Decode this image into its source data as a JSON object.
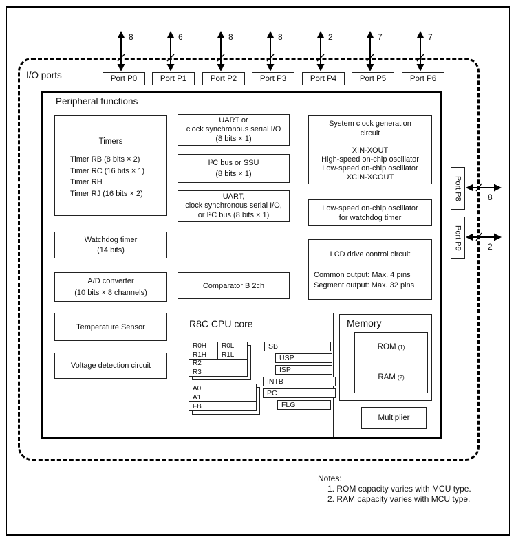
{
  "diagram": {
    "background": "#ffffff",
    "line_color": "#000000"
  },
  "io_ports": {
    "label": "I/O ports",
    "top_ports": [
      {
        "label": "Port P0",
        "bus_width": "8"
      },
      {
        "label": "Port P1",
        "bus_width": "6"
      },
      {
        "label": "Port P2",
        "bus_width": "8"
      },
      {
        "label": "Port P3",
        "bus_width": "8"
      },
      {
        "label": "Port P4",
        "bus_width": "2"
      },
      {
        "label": "Port P5",
        "bus_width": "7"
      },
      {
        "label": "Port P6",
        "bus_width": "7"
      }
    ],
    "side_ports": [
      {
        "label": "Port P8",
        "bus_width": "8"
      },
      {
        "label": "Port P9",
        "bus_width": "2"
      }
    ]
  },
  "peripheral": {
    "title": "Peripheral functions",
    "timers": {
      "title": "Timers",
      "lines": [
        "Timer RB (8 bits × 2)",
        "Timer RC (16 bits × 1)",
        "Timer RH",
        "Timer RJ (16 bits × 2)"
      ]
    },
    "uart1": {
      "lines": [
        "UART or",
        "clock synchronous serial I/O",
        "(8 bits × 1)"
      ]
    },
    "i2c_ssu": {
      "lines": [
        "I²C bus or SSU",
        "(8 bits × 1)"
      ]
    },
    "uart2": {
      "lines": [
        "UART,",
        "clock synchronous serial I/O,",
        "or I²C bus (8 bits × 1)"
      ]
    },
    "system_clock": {
      "title_lines": [
        "System clock generation",
        "circuit"
      ],
      "lines": [
        "XIN-XOUT",
        "High-speed on-chip oscillator",
        "Low-speed on-chip oscillator",
        "XCIN-XCOUT"
      ]
    },
    "lowspeed_osc": {
      "lines": [
        "Low-speed on-chip oscillator",
        "for watchdog timer"
      ]
    },
    "watchdog": {
      "lines": [
        "Watchdog timer",
        "(14 bits)"
      ]
    },
    "adc": {
      "lines": [
        "A/D converter",
        "(10 bits × 8 channels)"
      ]
    },
    "comparator": {
      "label": "Comparator B 2ch"
    },
    "lcd": {
      "title": "LCD drive control circuit",
      "lines": [
        "Common output: Max. 4 pins",
        "Segment output: Max. 32 pins"
      ]
    },
    "temp_sensor": {
      "label": "Temperature Sensor"
    },
    "voltage_detect": {
      "label": "Voltage detection circuit"
    }
  },
  "cpu": {
    "title": "R8C CPU core",
    "bank1": {
      "r0h": "R0H",
      "r0l": "R0L",
      "r1h": "R1H",
      "r1l": "R1L",
      "r2": "R2",
      "r3": "R3"
    },
    "bank2": {
      "a0": "A0",
      "a1": "A1",
      "fb": "FB"
    },
    "regs": {
      "sb": "SB",
      "usp": "USP",
      "isp": "ISP",
      "intb": "INTB",
      "pc": "PC",
      "flg": "FLG"
    }
  },
  "memory": {
    "title": "Memory",
    "rom_label": "ROM",
    "rom_note_ref": "(1)",
    "ram_label": "RAM",
    "ram_note_ref": "(2)"
  },
  "multiplier": {
    "label": "Multiplier"
  },
  "notes": {
    "title": "Notes:",
    "items": [
      "1. ROM capacity varies with MCU type.",
      "2. RAM capacity varies with MCU type."
    ]
  }
}
